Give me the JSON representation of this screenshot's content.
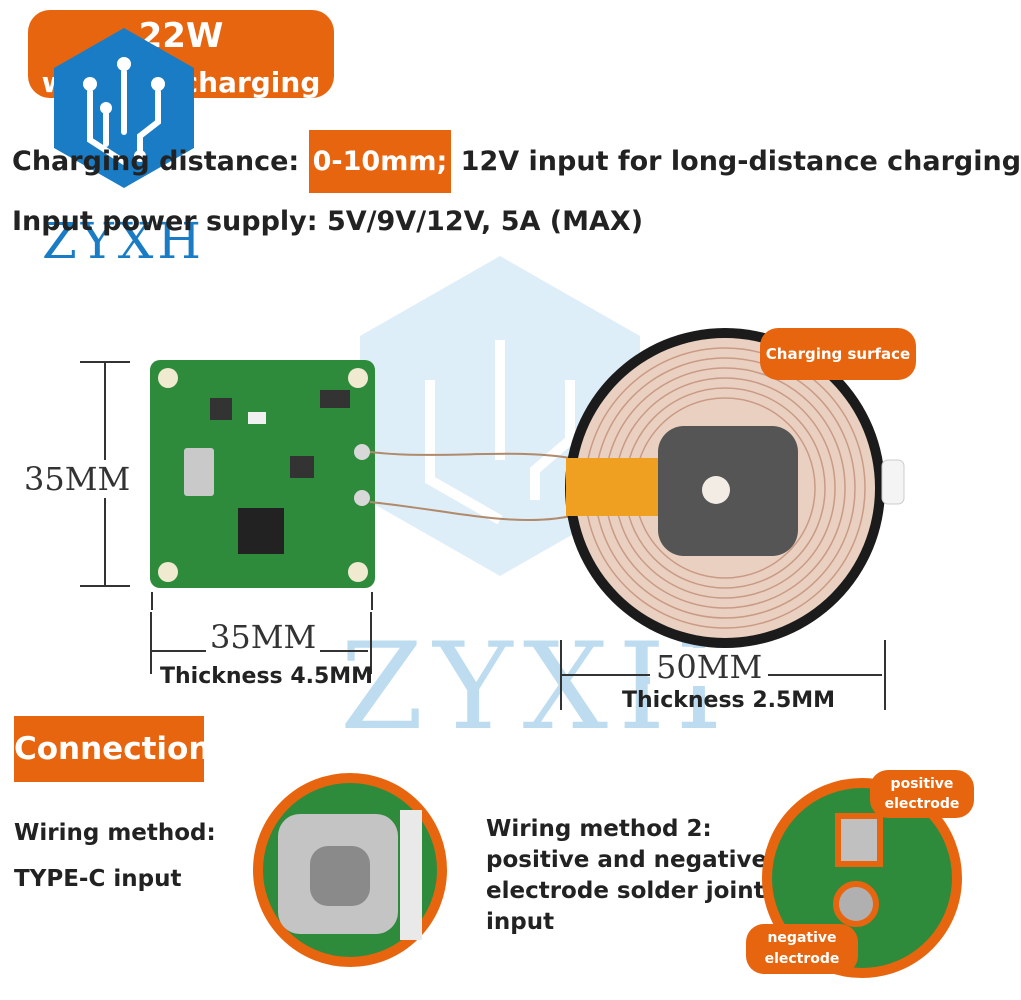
{
  "header": {
    "badge_line1": "22W",
    "badge_line2": "wireless charging",
    "distance_prefix": "Charging distance:",
    "distance_value": "0-10mm;",
    "distance_suffix": "12V input for long-distance charging",
    "power_text": "Input power supply: 5V/9V/12V, 5A (MAX)"
  },
  "logo": {
    "text": "ZYXH",
    "color": "#1a7cc4"
  },
  "watermark": {
    "text": "ZYXH"
  },
  "board": {
    "height_label": "35MM",
    "width_label": "35MM",
    "thickness": "Thickness 4.5MM"
  },
  "coil": {
    "charging_surface": "Charging surface",
    "diameter_label": "50MM",
    "thickness": "Thickness 2.5MM"
  },
  "connection": {
    "title": "Connection",
    "method1_line1": "Wiring method:",
    "method1_line2": "TYPE-C input",
    "method2_line1": "Wiring method 2:",
    "method2_line2": "positive and negative",
    "method2_line3": "electrode solder joint",
    "method2_line4": "input",
    "positive_line1": "positive",
    "positive_line2": "electrode",
    "negative_line1": "negative",
    "negative_line2": "electrode"
  },
  "colors": {
    "accent": "#e8650f",
    "pcb": "#2e8b3c",
    "copper": "#e9c4b0",
    "logo_blue": "#1a7cc4"
  }
}
